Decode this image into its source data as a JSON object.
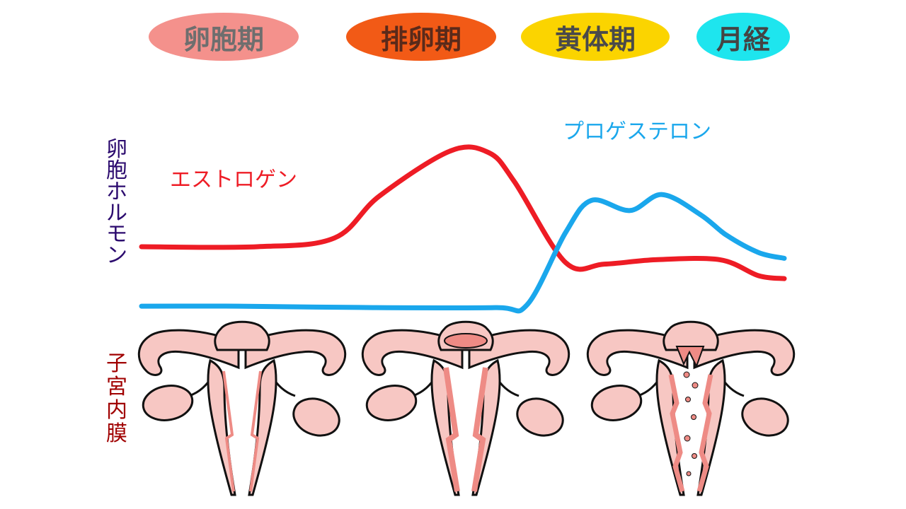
{
  "phases": [
    {
      "label": "卵胞期",
      "fill": "#f4918c",
      "text_color": "#6e6e6e"
    },
    {
      "label": "排卵期",
      "fill": "#f25a16",
      "text_color": "#5a2a1a"
    },
    {
      "label": "黄体期",
      "fill": "#fbd400",
      "text_color": "#4a4a4a"
    },
    {
      "label": "月経",
      "fill": "#1ee5ee",
      "text_color": "#444444"
    }
  ],
  "side_labels": {
    "hormone": "卵胞ホルモン",
    "endometrium": "子宮内膜"
  },
  "colors": {
    "hormone_label": "#2b0a6e",
    "endometrium_label": "#a00000",
    "estrogen": "#ee1c25",
    "progesterone": "#1aa7ec",
    "uterus_fill": "#f7c7c3",
    "lining_fill": "#ee8b85",
    "outline": "#111111"
  },
  "chart_data": {
    "type": "line",
    "x_range": [
      0,
      100
    ],
    "y_range": [
      0,
      100
    ],
    "grid": false,
    "series": [
      {
        "name": "エストロゲン",
        "color": "#ee1c25",
        "x": [
          0,
          18,
          30,
          37,
          48,
          54,
          58,
          66,
          72,
          80,
          90,
          96,
          100
        ],
        "y": [
          20,
          20,
          26,
          55,
          86,
          85,
          65,
          9,
          8,
          11,
          11,
          0,
          -2
        ]
      },
      {
        "name": "プロゲステロン",
        "color": "#1aa7ec",
        "x": [
          0,
          15,
          36,
          55,
          60,
          66,
          70,
          76,
          81,
          87,
          91,
          96,
          100
        ],
        "y": [
          -21,
          -21,
          -22,
          -22,
          -20,
          30,
          52,
          45,
          56,
          42,
          28,
          16,
          12
        ]
      }
    ],
    "series_labels": [
      "エストロゲン",
      "プロゲステロン"
    ]
  },
  "uterus_stages": [
    "stage-1",
    "stage-2",
    "stage-3"
  ]
}
